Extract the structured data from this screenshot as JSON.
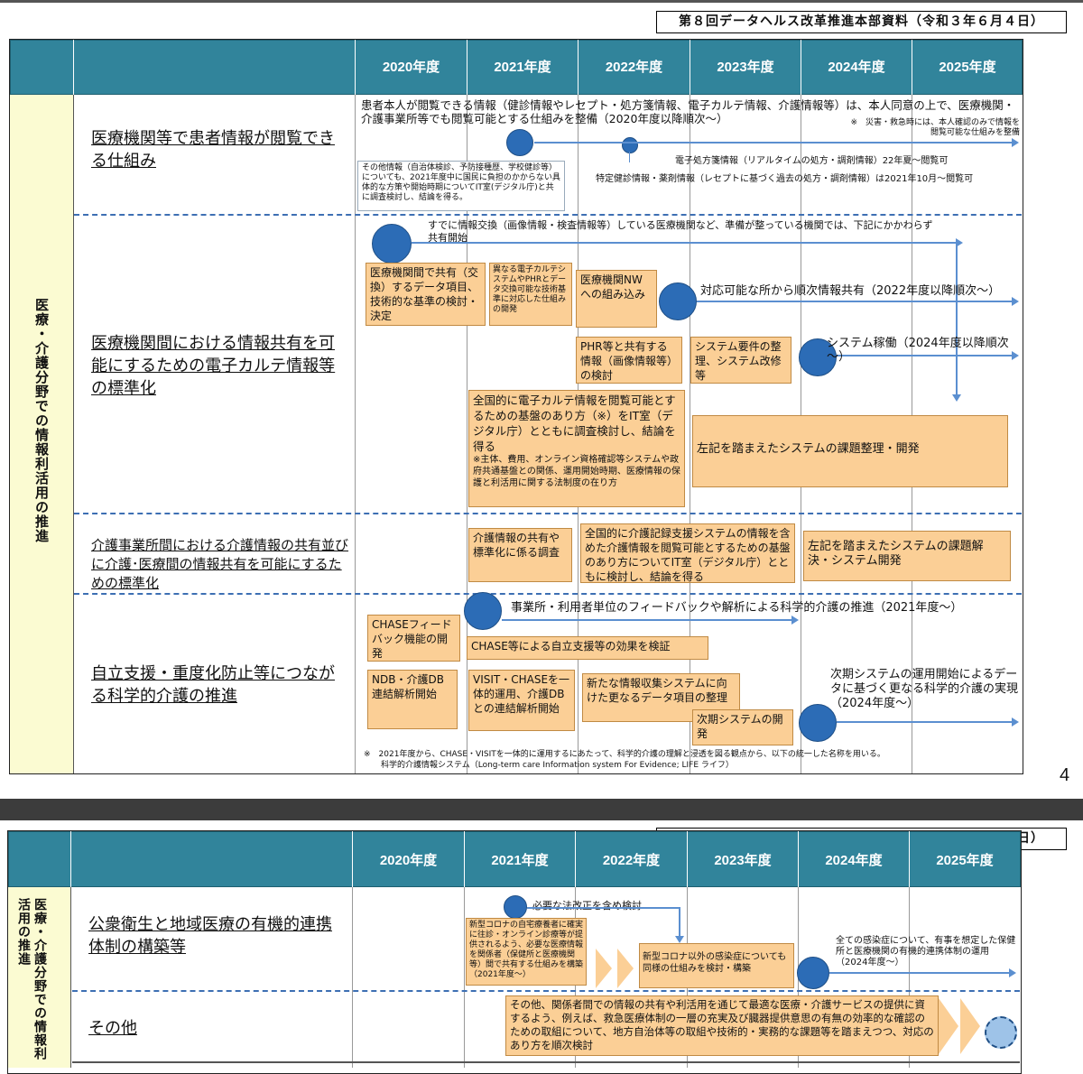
{
  "source_label": "第８回データヘルス改革推進本部資料（令和３年６月４日）",
  "years": [
    "2020年度",
    "2021年度",
    "2022年度",
    "2023年度",
    "2024年度",
    "2025年度"
  ],
  "page_number": "4",
  "category": "医療・介護分野での情報利活用の推進",
  "category2": "医療・介護分野での情報利活用の推進",
  "rows": {
    "r1_title": "医療機関等で患者情報が閲覧できる仕組み",
    "r1_main": "患者本人が閲覧できる情報（健診情報やレセプト・処方箋情報、電子カルテ情報、介護情報等）は、本人同意の上で、医療機関・介護事業所等でも閲覧可能とする仕組みを整備（2020年度以降順次～）",
    "r1_disaster": "※　災害・救急時には、本人確認のみで情報を閲覧可能な仕組みを整備",
    "r1_other": "その他情報（自治体検診、予防接種歴、学校健診等）についても、2021年度中に国民に負担のかからない具体的な方策や開始時期についてIT室(デジタル庁)と共に調査検討し、結論を得る。",
    "r1_rx": "電子処方箋情報（リアルタイムの処方・調剤情報）22年夏～閲覧可",
    "r1_special": "特定健診情報・薬剤情報（レセプトに基づく過去の処方・調剤情報）は2021年10月～閲覧可",
    "r2_title": "医療機関間における情報共有を可能にするための電子カルテ情報等の標準化",
    "r2_top": "すでに情報交換（画像情報・検査情報等）している医療機関など、準備が整っている機関では、下記にかかわらず共有開始",
    "r2_box1": "医療機関間で共有（交換）するデータ項目、技術的な基準の検討・決定",
    "r2_box2": "異なる電子カルテシステムやPHRとデータ交換可能な技術基準に対応した仕組みの開発",
    "r2_box3": "医療機関NWへの組み込み",
    "r2_share": "対応可能な所から順次情報共有（2022年度以降順次～）",
    "r2_box4": "PHR等と共有する情報（画像情報等）の検討",
    "r2_box5": "システム要件の整理、システム改修等",
    "r2_operate": "システム稼働（2024年度以降順次～）",
    "r2_box6": "全国的に電子カルテ情報を閲覧可能とするための基盤のあり方（※）をIT室（デジタル庁）とともに調査検討し、結論を得る",
    "r2_box6_note": "※主体、費用、オンライン資格確認等システムや政府共通基盤との関係、運用開始時期、医療情報の保護と利活用に関する法制度の在り方",
    "r2_box7": "左記を踏まえたシステムの課題整理・開発",
    "r3_title": "介護事業所間における介護情報の共有並びに介護･医療間の情報共有を可能にするための標準化",
    "r3_box1": "介護情報の共有や標準化に係る調査",
    "r3_box2": "全国的に介護記録支援システムの情報を含めた介護情報を閲覧可能とするための基盤のあり方についてIT室（デジタル庁）とともに検討し、結論を得る",
    "r3_box3": "左記を踏まえたシステムの課題解決・システム開発",
    "r4_title": "自立支援・重度化防止等につながる科学的介護の推進",
    "r4_top": "事業所・利用者単位のフィードバックや解析による科学的介護の推進（2021年度～）",
    "r4_box1": "CHASEフィードバック機能の開発",
    "r4_box2": "CHASE等による自立支援等の効果を検証",
    "r4_box3": "NDB・介護DB連結解析開始",
    "r4_box4": "VISIT・CHASEを一体的運用、介護DBとの連結解析開始",
    "r4_box5": "新たな情報収集システムに向けた更なるデータ項目の整理",
    "r4_box6": "次期システムの開発",
    "r4_next": "次期システムの運用開始によるデータに基づく更なる科学的介護の実現（2024年度～）",
    "r4_footnote1": "※　2021年度から、CHASE・VISITを一体的に運用するにあたって、科学的介護の理解と浸透を図る観点から、以下の統一した名称を用いる。",
    "r4_footnote2": "科学的介護情報システム（Long-term care Information system For Evidence; LIFE ライフ）",
    "p2_r1_title": "公衆衛生と地域医療の有機的連携体制の構築等",
    "p2_r1_law": "必要な法改正を含め検討",
    "p2_r1_box1": "新型コロナの自宅療養者に確実に往診・オンライン診療等が提供されるよう、必要な医療情報を関係者（保健所と医療機関等）間で共有する仕組みを構築（2021年度～）",
    "p2_r1_box2": "新型コロナ以外の感染症についても同様の仕組みを検討・構築",
    "p2_r1_right": "全ての感染症について、有事を想定した保健所と医療機関の有機的連携体制の運用（2024年度～）",
    "p2_r2_title": "その他",
    "p2_r2_box": "その他、関係者間での情報の共有や利活用を通じて最適な医療・介護サービスの提供に資するよう、例えば、救急医療体制の一層の充実及び臓器提供意思の有無の効率的な確認のための取組について、地方自治体等の取組や技術的・実務的な課題等を踏まえつつ、対応のあり方を順次検討"
  },
  "colors": {
    "header": "#31849b",
    "category_bg": "#fbfbd2",
    "box": "#fbcf96",
    "milestone": "#2c6cb6"
  }
}
